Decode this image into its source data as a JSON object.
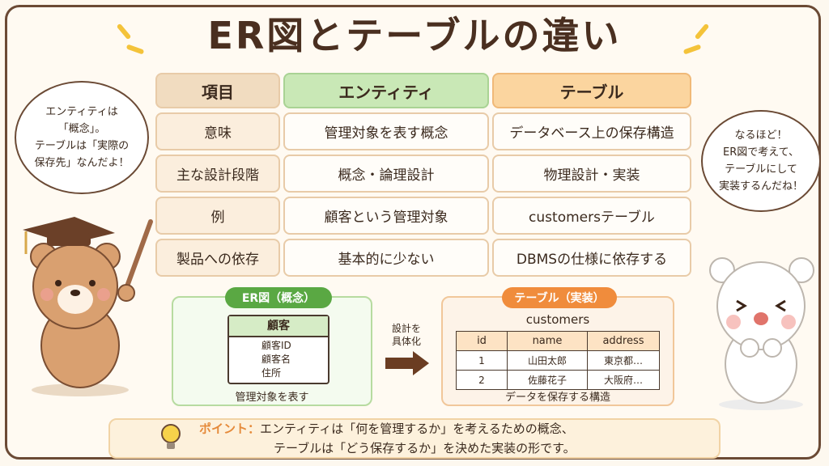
{
  "title": "ER図とテーブルの違い",
  "table": {
    "headers": [
      "項目",
      "エンティティ",
      "テーブル"
    ],
    "rows": [
      [
        "意味",
        "管理対象を表す概念",
        "データベース上の保存構造"
      ],
      [
        "主な設計段階",
        "概念・論理設計",
        "物理設計・実装"
      ],
      [
        "例",
        "顧客という管理対象",
        "customersテーブル"
      ],
      [
        "製品への依存",
        "基本的に少ない",
        "DBMSの仕様に依存する"
      ]
    ]
  },
  "er_panel": {
    "label": "ER図（概念）",
    "entity_name": "顧客",
    "attributes": [
      "顧客ID",
      "顧客名",
      "住所"
    ],
    "caption": "管理対象を表す"
  },
  "arrow_label": [
    "設計を",
    "具体化"
  ],
  "table_panel": {
    "label": "テーブル（実装）",
    "table_name": "customers",
    "columns": [
      "id",
      "name",
      "address"
    ],
    "rows": [
      [
        "1",
        "山田太郎",
        "東京都…"
      ],
      [
        "2",
        "佐藤花子",
        "大阪府…"
      ]
    ],
    "caption": "データを保存する構造"
  },
  "bubble_left": [
    "エンティティは",
    "「概念」。",
    "テーブルは「実際の",
    "保存先」なんだよ！"
  ],
  "bubble_right": [
    "なるほど！",
    "ER図で考えて、",
    "テーブルにして",
    "実装するんだね！"
  ],
  "point": {
    "label": "ポイント：",
    "line1": "エンティティは「何を管理するか」を考えるための概念、",
    "line2": "テーブルは「どう保存するか」を決めた実装の形です。"
  },
  "colors": {
    "entity_accent": "#5aa843",
    "table_accent": "#f08c3c",
    "point_accent": "#e58a3a"
  },
  "icons": [
    "lightbulb-icon",
    "arrow-right-icon",
    "teacher-bear-illustration",
    "white-bear-illustration"
  ]
}
